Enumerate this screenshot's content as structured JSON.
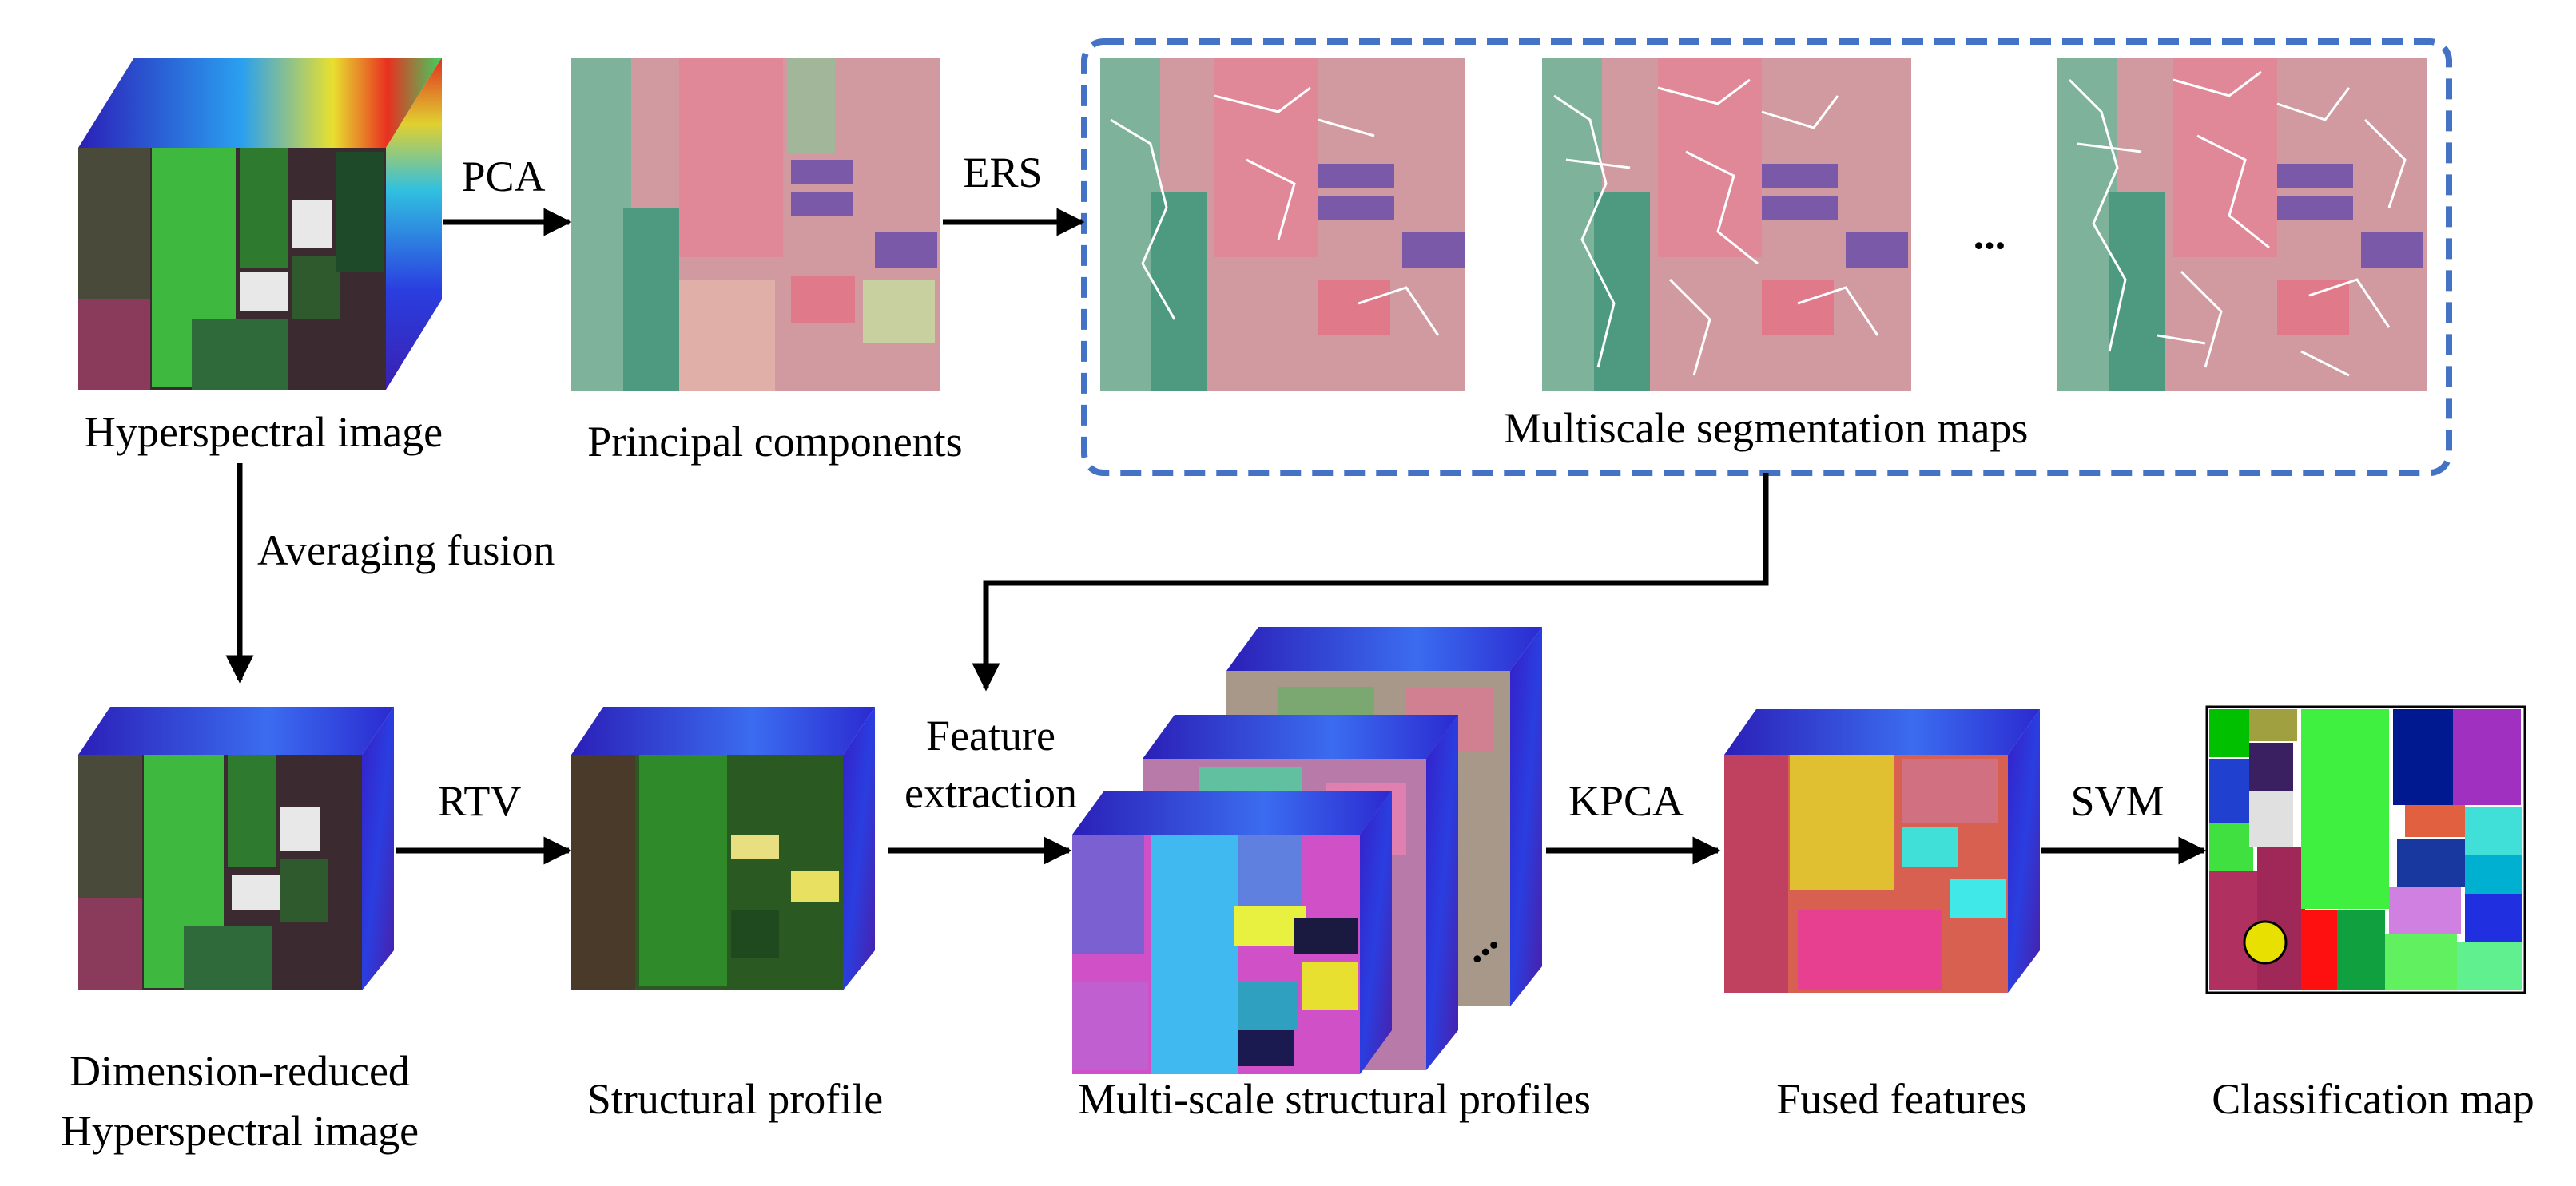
{
  "labels": {
    "hyperspectral_image": "Hyperspectral image",
    "principal_components": "Principal components",
    "multiscale_segmentation_maps": "Multiscale segmentation maps",
    "averaging_fusion": "Averaging fusion",
    "dim_reduced_line1": "Dimension-reduced",
    "dim_reduced_line2": "Hyperspectral image",
    "structural_profile": "Structural profile",
    "multi_scale_structural_profiles": "Multi-scale structural profiles",
    "fused_features": "Fused features",
    "classification_map": "Classification map",
    "feature_extraction_line1": "Feature",
    "feature_extraction_line2": "extraction",
    "ellipsis_top": "...",
    "ellipsis_stack": "..."
  },
  "edges": {
    "pca": "PCA",
    "ers": "ERS",
    "rtv": "RTV",
    "kpca": "KPCA",
    "svm": "SVM"
  },
  "colors": {
    "arrow": "#000000",
    "dashed_box": "#4472c4",
    "cube_side": "#3a1fb0",
    "cube_top": "#2a2ad8",
    "field_green": "#3fa53f",
    "field_pink": "#d98c96",
    "field_teal": "#5aa48c"
  }
}
